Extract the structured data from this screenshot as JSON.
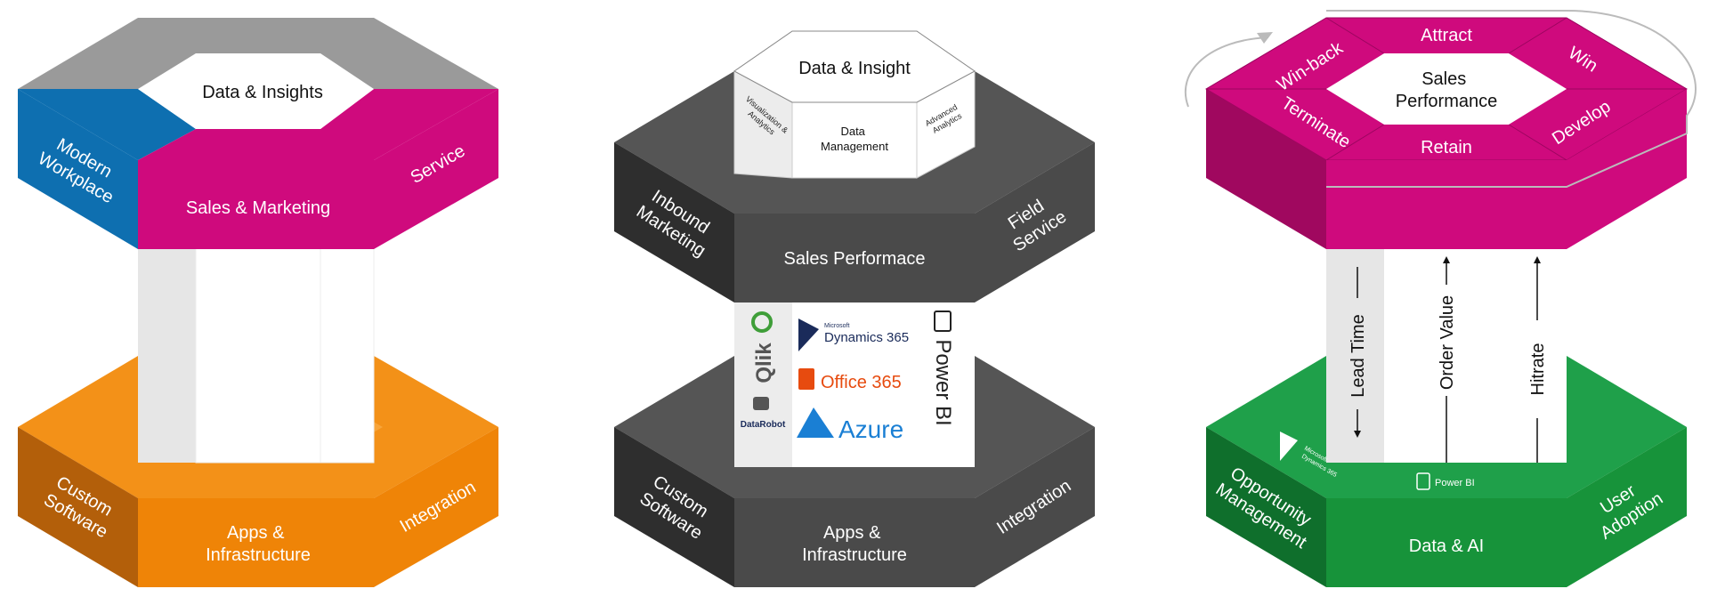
{
  "diagram1": {
    "top": {
      "center": "Data & Insights",
      "left": [
        "Modern",
        "Workplace"
      ],
      "front": "Sales & Marketing",
      "right": "Service"
    },
    "bottom": {
      "left": [
        "Custom",
        "Software"
      ],
      "front": [
        "Apps &",
        "Infrastructure"
      ],
      "right": "Integration"
    },
    "colors": {
      "gray": "#9a9a9a",
      "blue": "#0e6fb0",
      "magenta": "#cf0a7d",
      "orange": "#ef8407"
    }
  },
  "diagram2": {
    "top": {
      "center": "Data & Insight",
      "inner_left": [
        "Visualization &",
        "Analytics"
      ],
      "inner_front": [
        "Data",
        "Management"
      ],
      "inner_right": [
        "Advanced",
        "Analytics"
      ],
      "left": [
        "Inbound",
        "Marketing"
      ],
      "front": "Sales Performace",
      "right": [
        "Field",
        "Service"
      ]
    },
    "column": {
      "qlik": "Qlik",
      "datarobot": "DataRobot",
      "ms_small": "Microsoft",
      "dynamics": "Dynamics 365",
      "office": "Office 365",
      "azure": "Azure",
      "powerbi": "Power BI"
    },
    "bottom": {
      "left": [
        "Custom",
        "Software"
      ],
      "front": [
        "Apps &",
        "Infrastructure"
      ],
      "right": "Integration"
    },
    "colors": {
      "dark": "#4a4a4a",
      "darker": "#2e2e2e",
      "azure": "#1a7fd4",
      "office": "#e74b0f",
      "qlik": "#3f9e39",
      "dynamics": "#1a2b5a"
    }
  },
  "diagram3": {
    "top": {
      "center": [
        "Sales",
        "Performance"
      ],
      "attract": "Attract",
      "win": "Win",
      "develop": "Develop",
      "retain": "Retain",
      "terminate": "Terminate",
      "winback": "Win-back"
    },
    "column": {
      "lead_time": "Lead Time",
      "order_value": "Order Value",
      "hitrate": "Hitrate"
    },
    "bottom": {
      "ms_small": "Microsoft",
      "dynamics": "Dynamics 365",
      "powerbi": "Power BI",
      "left": [
        "Opportunity",
        "Management"
      ],
      "front": "Data & AI",
      "right": [
        "User",
        "Adoption"
      ]
    },
    "colors": {
      "magenta": "#cf0a7d",
      "green": "#17933a"
    }
  }
}
